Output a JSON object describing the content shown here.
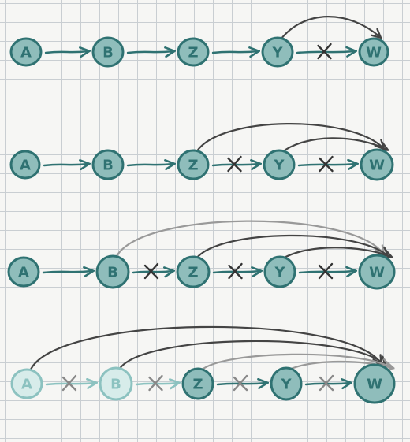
{
  "diagram": {
    "colors": {
      "ink": "#2f7272",
      "fill": "#8fbdbb",
      "arc": "#444444",
      "cross": "#333333",
      "faded_ink": "#8cc2c0",
      "faded_fill": "#d7ecea",
      "faded_arc": "#999999",
      "faded_cross": "#888888"
    },
    "rows": [
      {
        "nodes": [
          "A",
          "B",
          "Z",
          "Y",
          "W"
        ],
        "chain": [
          "arrow",
          "arrow",
          "arrow",
          "blocked"
        ],
        "arcs": [
          {
            "from": "Y",
            "to": "W"
          }
        ]
      },
      {
        "nodes": [
          "A",
          "B",
          "Z",
          "Y",
          "W"
        ],
        "chain": [
          "arrow",
          "arrow",
          "blocked",
          "blocked"
        ],
        "arcs": [
          {
            "from": "Z",
            "to": "W"
          },
          {
            "from": "Y",
            "to": "W"
          }
        ]
      },
      {
        "nodes": [
          "A",
          "B",
          "Z",
          "Y",
          "W"
        ],
        "chain": [
          "arrow",
          "blocked",
          "blocked",
          "blocked"
        ],
        "arcs": [
          {
            "from": "B",
            "to": "W"
          },
          {
            "from": "Z",
            "to": "W"
          },
          {
            "from": "Y",
            "to": "W"
          }
        ]
      },
      {
        "nodes": [
          "A",
          "B",
          "Z",
          "Y",
          "W"
        ],
        "chain": [
          "blocked",
          "blocked",
          "blocked",
          "blocked"
        ],
        "arcs": [
          {
            "from": "A",
            "to": "W"
          },
          {
            "from": "B",
            "to": "W"
          },
          {
            "from": "Z",
            "to": "W"
          },
          {
            "from": "Y",
            "to": "W"
          }
        ]
      }
    ]
  }
}
